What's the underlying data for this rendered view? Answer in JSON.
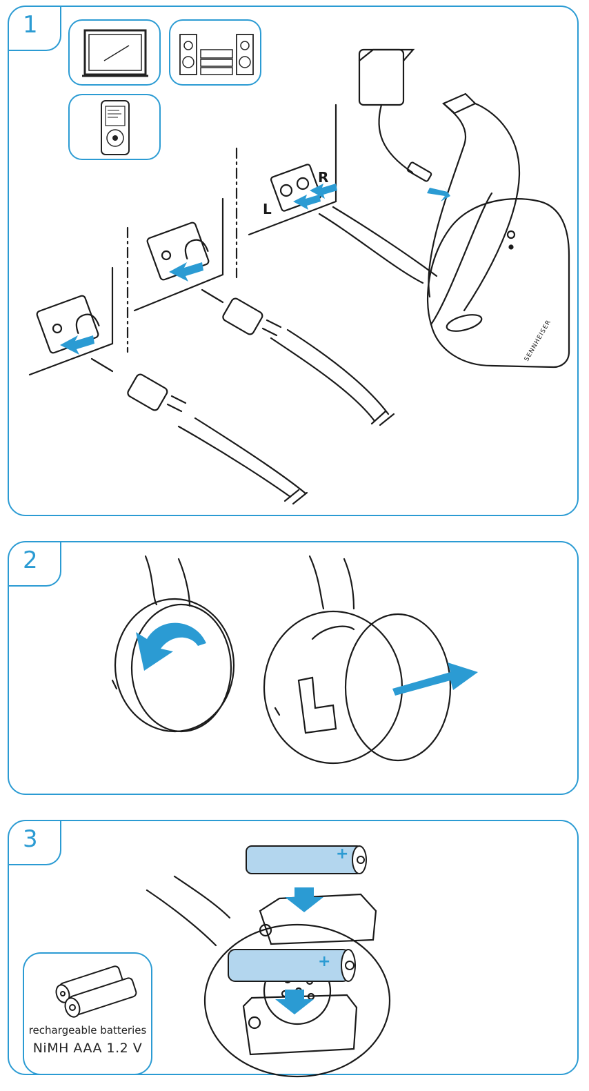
{
  "steps": [
    {
      "number": "1"
    },
    {
      "number": "2"
    },
    {
      "number": "3"
    }
  ],
  "panel1": {
    "jack_left_label": "L",
    "jack_right_label": "R",
    "brand_text": "SENNHEISER",
    "device_icons": [
      "tv-icon",
      "stereo-system-icon",
      "mp3-player-icon"
    ]
  },
  "panel3": {
    "battery_caption_line1": "rechargeable batteries",
    "battery_caption_line2": "NiMH AAA 1.2 V",
    "battery_plus_sign": "+"
  },
  "colors": {
    "accent": "#2b9bd3",
    "arrow": "#2b9bd3",
    "battery": "#b3d6ee",
    "line": "#1a1a1a"
  }
}
